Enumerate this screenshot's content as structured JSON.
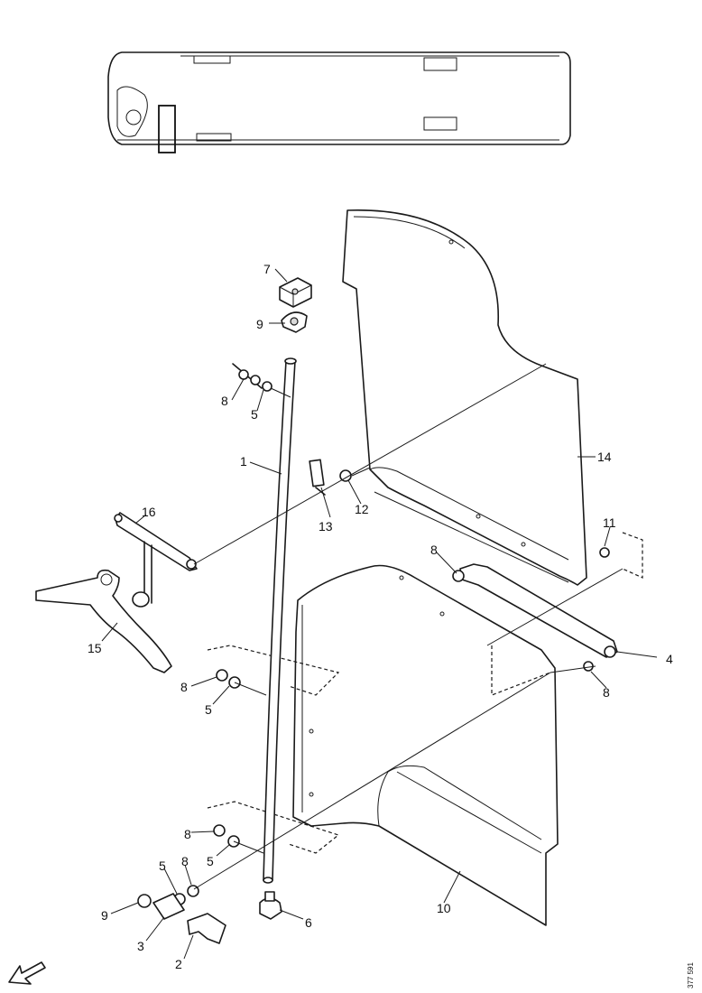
{
  "callouts": {
    "c7": "7",
    "c9a": "9",
    "c8a": "8",
    "c5a": "5",
    "c1": "1",
    "c13": "13",
    "c12": "12",
    "c14": "14",
    "c16": "16",
    "c15": "15",
    "c11": "11",
    "c8b": "8",
    "c4": "4",
    "c8c": "8",
    "c8d": "8",
    "c5b": "5",
    "c8e": "8",
    "c5c": "5",
    "c8f": "8",
    "c5d": "5",
    "c9b": "9",
    "c3": "3",
    "c2": "2",
    "c6": "6",
    "c10": "10"
  },
  "reference_number": "377 591",
  "icons": {
    "locator": "vehicle-outline-locator",
    "direction": "forward-direction-arrow-icon"
  }
}
